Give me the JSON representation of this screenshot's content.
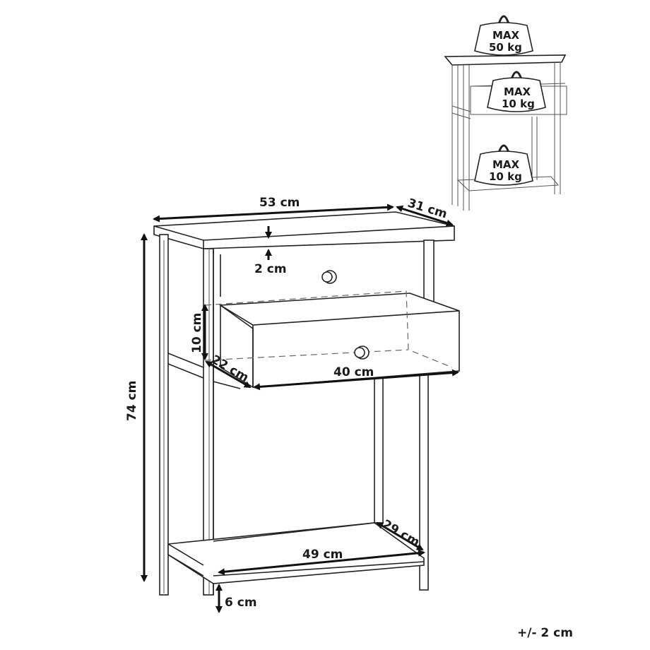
{
  "diagram": {
    "type": "product-dimension-drawing",
    "subject": "bedside table with one drawer and lower shelf",
    "dimensions": {
      "top_width": "53 cm",
      "top_depth": "31 cm",
      "top_thickness": "2 cm",
      "total_height": "74 cm",
      "drawer_height": "10 cm",
      "drawer_depth": "22 cm",
      "drawer_width": "40 cm",
      "shelf_width": "49 cm",
      "shelf_depth": "29 cm",
      "shelf_height_from_floor": "6 cm"
    },
    "tolerance": "+/- 2 cm",
    "load_limits": {
      "top": {
        "line1": "MAX",
        "line2": "50 kg"
      },
      "drawer": {
        "line1": "MAX",
        "line2": "10 kg"
      },
      "shelf": {
        "line1": "MAX",
        "line2": "10 kg"
      }
    }
  }
}
